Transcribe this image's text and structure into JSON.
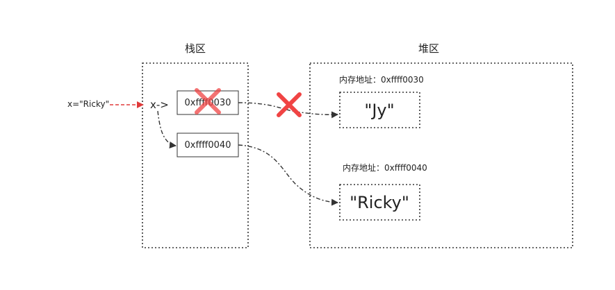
{
  "stack": {
    "title": "栈区",
    "var_label": "x->",
    "cells": [
      {
        "value": "0xffff0030",
        "crossed": true
      },
      {
        "value": "0xffff0040",
        "crossed": false
      }
    ]
  },
  "heap": {
    "title": "堆区",
    "objects": [
      {
        "address_label": "内存地址：0xffff0030",
        "value": "\"Jy\""
      },
      {
        "address_label": "内存地址：0xffff0040",
        "value": "\"Ricky\""
      }
    ]
  },
  "assignment": {
    "text": "x=\"Ricky\""
  },
  "colors": {
    "stroke": "#333333",
    "red_arrow": "#e03a3a",
    "cross": "#f04444"
  }
}
